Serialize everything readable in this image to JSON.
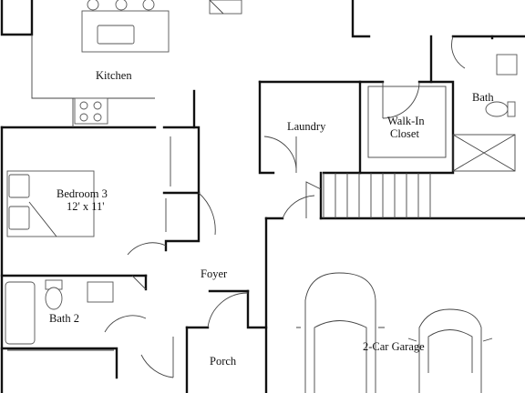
{
  "floor_plan": {
    "rooms": {
      "kitchen": "Kitchen",
      "laundry": "Laundry",
      "walk_in_closet_line1": "Walk-In",
      "walk_in_closet_line2": "Closet",
      "bath": "Bath",
      "bedroom3": "Bedroom 3",
      "bedroom3_dims": "12' x 11'",
      "foyer": "Foyer",
      "bath2": "Bath 2",
      "porch": "Porch",
      "garage": "2-Car Garage"
    }
  }
}
